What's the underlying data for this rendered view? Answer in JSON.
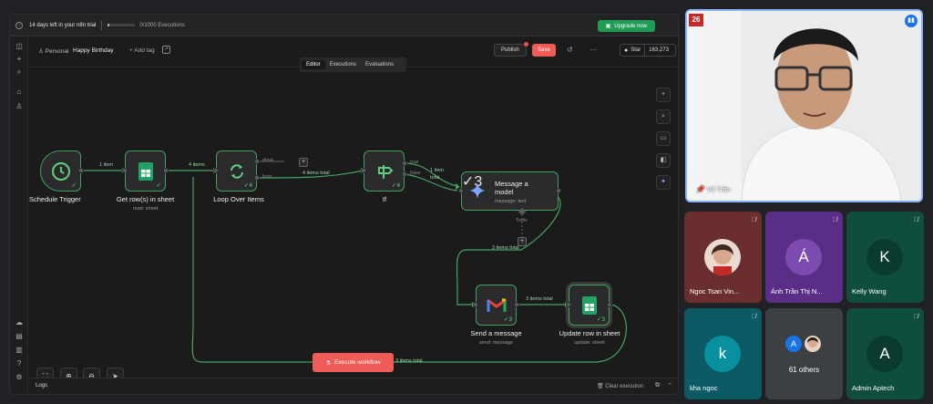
{
  "banner": {
    "trial_text": "14 days left in your n8n trial",
    "executions_text": "0/1000 Executions",
    "upgrade_label": "Upgrade now"
  },
  "header": {
    "project": "Personal",
    "workflow_name": "Happy Birthday",
    "add_tag": "+ Add tag",
    "publish_label": "Publish",
    "save_label": "Save",
    "star_label": "Star",
    "star_count": "163,273"
  },
  "tabs": [
    {
      "label": "Editor"
    },
    {
      "label": "Executions"
    },
    {
      "label": "Evaluations"
    }
  ],
  "nodes": {
    "trigger": {
      "label": "Schedule Trigger"
    },
    "sheet": {
      "label": "Get row(s) in sheet",
      "sub": "read: sheet"
    },
    "loop": {
      "label": "Loop Over Items",
      "count": "4"
    },
    "if": {
      "label": "If",
      "count": "4"
    },
    "model": {
      "label1": "Message a",
      "label2": "model",
      "sub": "message: text",
      "count": "3"
    },
    "gmail": {
      "label": "Send a message",
      "sub": "send: message",
      "count": "3"
    },
    "update": {
      "label": "Update row in sheet",
      "sub": "update: sheet",
      "count": "3"
    }
  },
  "edges": {
    "e1": "1 item",
    "e2": "4 items",
    "done": "done",
    "loop_port": "loop",
    "loop_total": "4 items total",
    "true_port": "true",
    "false_port": "false",
    "if_true": "1 item",
    "if_false": "total",
    "tools": "Tools",
    "model_gmail": "3 items total",
    "gmail_update": "3 items total",
    "back": "3 items total"
  },
  "execute_label": "Execute workflow",
  "logs": {
    "title": "Logs",
    "clear": "Clear execution"
  },
  "meeting": {
    "main_speaker": "Vũ Trần",
    "channel_logo": "26",
    "participants": [
      {
        "name": "Ngoc Tsan Vin...",
        "initial": "",
        "color": "#6b2e2e",
        "muted": true
      },
      {
        "name": "Ánh Trần Thị N...",
        "initial": "Á",
        "color": "#5a2d86",
        "muted": true
      },
      {
        "name": "Kelly Wang",
        "initial": "K",
        "color": "#0f4d3e",
        "muted": true
      },
      {
        "name": "kha ngoc",
        "initial": "k",
        "color": "#0c5a66",
        "muted": true
      },
      {
        "name": "61 others",
        "initial": "A",
        "color": "#3c4043",
        "muted": false
      },
      {
        "name": "Admin Aptech",
        "initial": "A",
        "color": "#0f4d3e",
        "muted": true
      }
    ]
  }
}
